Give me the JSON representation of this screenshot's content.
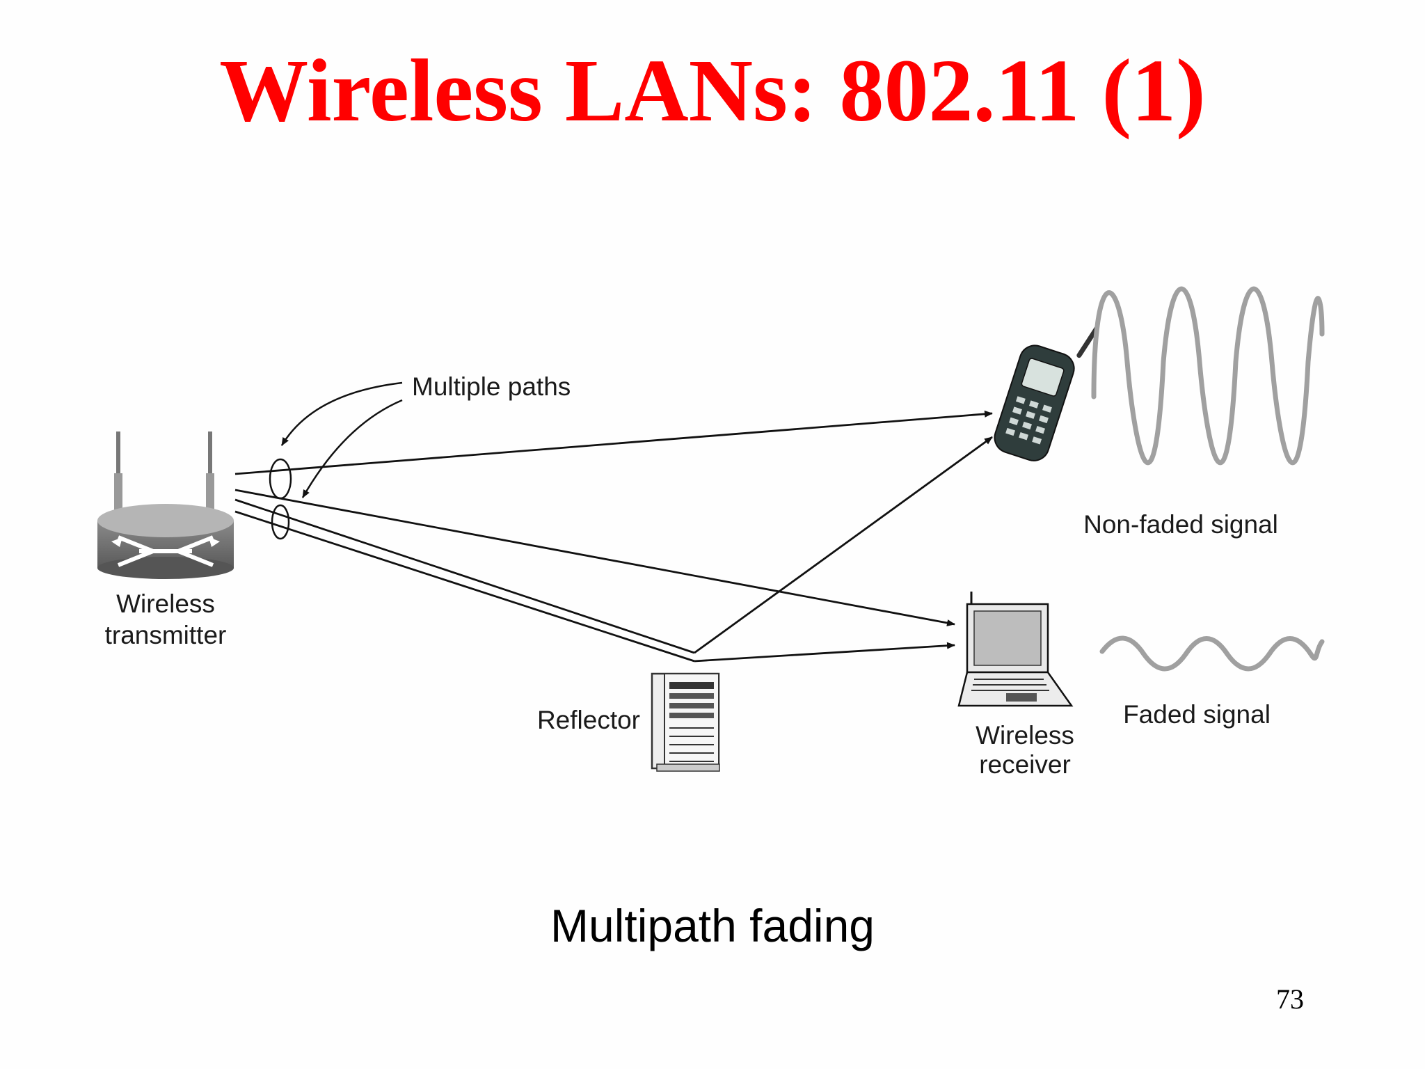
{
  "slide": {
    "title": "Wireless LANs: 802.11 (1)",
    "caption": "Multipath fading",
    "page_number": "73"
  },
  "diagram": {
    "labels": {
      "multiple_paths": "Multiple paths",
      "transmitter_line1": "Wireless",
      "transmitter_line2": "transmitter",
      "reflector": "Reflector",
      "receiver_line1": "Wireless",
      "receiver_line2": "receiver",
      "non_faded": "Non-faded signal",
      "faded": "Faded signal"
    },
    "icons": {
      "transmitter": "wireless-router-icon",
      "reflector": "server-tower-icon",
      "phone": "mobile-phone-icon",
      "laptop": "laptop-icon"
    },
    "colors": {
      "title": "#ff0000",
      "wave": "#a0a0a0",
      "line": "#111111"
    }
  }
}
